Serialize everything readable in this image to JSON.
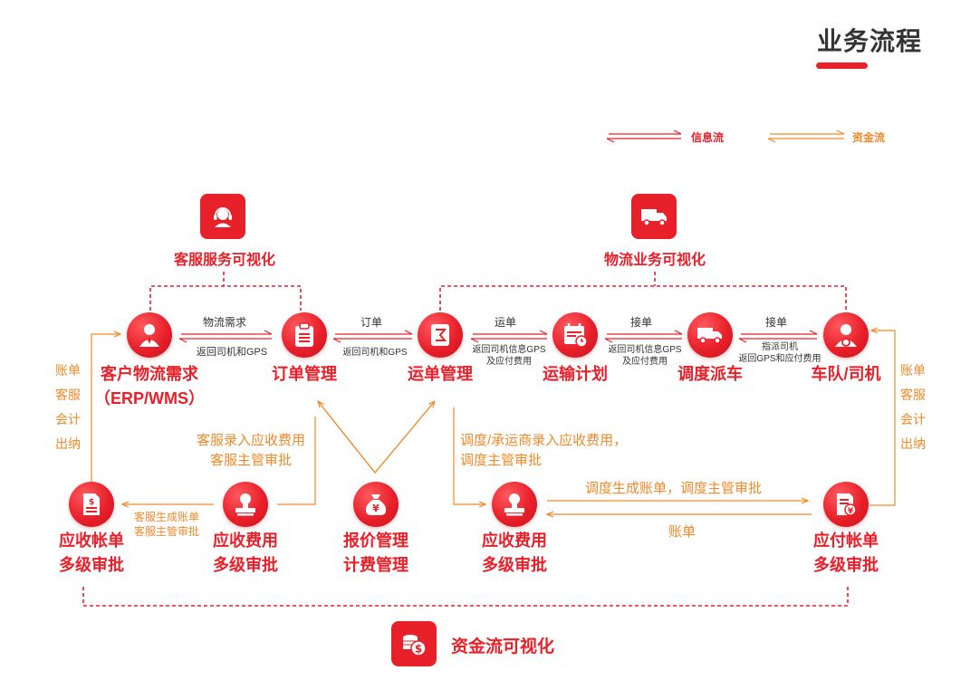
{
  "header": {
    "title": "业务流程"
  },
  "legend": {
    "info_flow": "信息流",
    "fund_flow": "资金流"
  },
  "colors": {
    "red": "#e8202a",
    "orange": "#f08a2a",
    "dark": "#333333"
  },
  "groups": {
    "customer_service": "客服服务可视化",
    "logistics": "物流业务可视化",
    "funds": "资金流可视化"
  },
  "nodes": {
    "customer_demand": {
      "line1": "客户物流需求",
      "line2": "（ERP/WMS）"
    },
    "order_mgmt": {
      "line1": "订单管理"
    },
    "waybill_mgmt": {
      "line1": "运单管理"
    },
    "transport_plan": {
      "line1": "运输计划"
    },
    "dispatch": {
      "line1": "调度派车"
    },
    "fleet": {
      "line1": "车队/司机"
    },
    "ar_bill": {
      "line1": "应收帐单",
      "line2": "多级审批"
    },
    "ar_fee": {
      "line1": "应收费用",
      "line2": "多级审批"
    },
    "quote": {
      "line1": "报价管理",
      "line2": "计费管理"
    },
    "ap_fee": {
      "line1": "应收费用",
      "line2": "多级审批"
    },
    "ap_bill": {
      "line1": "应付帐单",
      "line2": "多级审批"
    }
  },
  "edges": {
    "e1_top": "物流需求",
    "e1_bottom": "返回司机和GPS",
    "e2_top": "订单",
    "e2_bottom": "返回司机和GPS",
    "e3_top": "运单",
    "e3_bottom_1": "返回司机信息GPS",
    "e3_bottom_2": "及应付费用",
    "e4_top": "接单",
    "e4_bottom_1": "返回司机信息GPS",
    "e4_bottom_2": "及应付费用",
    "e5_top": "接单",
    "e5_bottom_1": "指派司机",
    "e5_bottom_2": "返回GPS和应付费用"
  },
  "orange_notes": {
    "left_side": [
      "账单",
      "客服",
      "会计",
      "出纳"
    ],
    "right_side": [
      "账单",
      "客服",
      "会计",
      "出纳"
    ],
    "cs_entry_1": "客服录入应收费用",
    "cs_entry_2": "客服主管审批",
    "cs_bill_1": "客服生成账单",
    "cs_bill_2": "客服主管审批",
    "dispatch_entry_1": "调度/承运商录入应收费用，",
    "dispatch_entry_2": "调度主管审批",
    "dispatch_bill": "调度生成账单，调度主管审批",
    "bill": "账单"
  }
}
